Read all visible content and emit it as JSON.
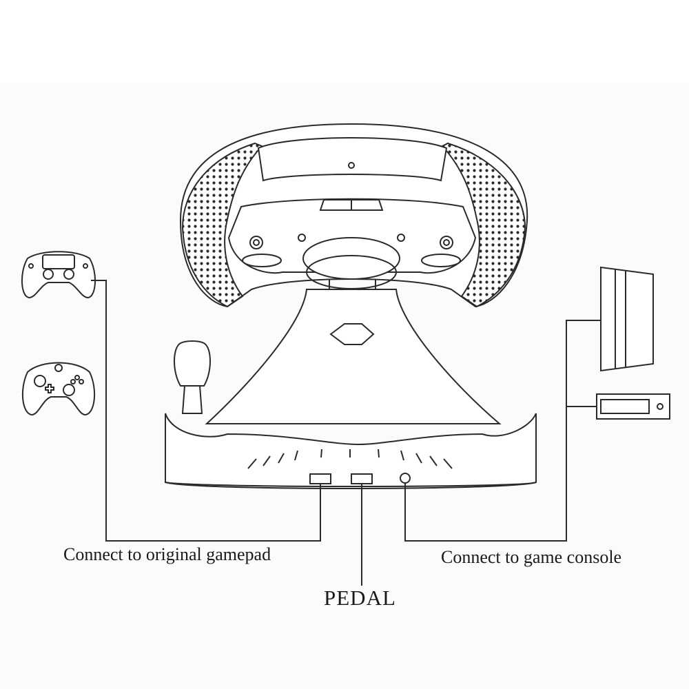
{
  "labels": {
    "gamepad": "Connect to original gamepad",
    "console": "Connect to game console",
    "pedal": "PEDAL"
  },
  "icons": {
    "controller_a": "playstation-controller-icon",
    "controller_b": "xbox-controller-icon",
    "console_a": "playstation-console-icon",
    "console_b": "xbox-console-icon",
    "wheel": "steering-wheel-icon",
    "shifter": "gear-shifter-icon"
  },
  "colors": {
    "line": "#2a2a2a",
    "background": "#ffffff",
    "paper": "#fbfbfa"
  }
}
